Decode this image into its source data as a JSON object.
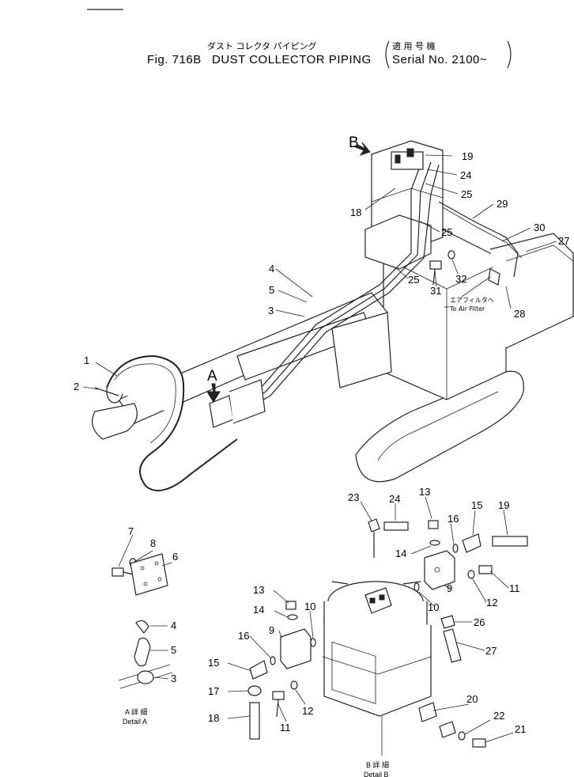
{
  "header": {
    "title_jp": "ダスト コレクタ パイピング",
    "applicable_jp": "適 用 号 機",
    "fig_number": "Fig. 716B",
    "title_en": "DUST COLLECTOR PIPING",
    "serial": "Serial No. 2100~"
  },
  "view_markers": {
    "a": "A",
    "b": "B"
  },
  "notes": {
    "to_air_filter_jp": "エアフィルタへ",
    "to_air_filter_en": "To Air Filter"
  },
  "details": {
    "a_jp": "A 詳 細",
    "a_en": "Detail A",
    "b_jp": "B 詳 細",
    "b_en": "Detail B"
  },
  "callouts": {
    "c1": "1",
    "c2": "2",
    "c3_main": "3",
    "c4_main": "4",
    "c5_main": "5",
    "c18_main": "18",
    "c19_main": "19",
    "c24_main": "24",
    "c25a": "25",
    "c25b": "25",
    "c25c": "25",
    "c29": "29",
    "c30": "30",
    "c27_main": "27",
    "c28": "28",
    "c31": "31",
    "c32": "32",
    "c7": "7",
    "c8": "8",
    "c6": "6",
    "c4_det": "4",
    "c5_det": "5",
    "c3_det": "3",
    "c23": "23",
    "c24_det": "24",
    "c13_top": "13",
    "c15_top": "15",
    "c19_det": "19",
    "c16_top": "16",
    "c14_top": "14",
    "c9_top": "9",
    "c11_top": "11",
    "c12_top": "12",
    "c10_top": "10",
    "c13_left": "13",
    "c14_left": "14",
    "c10_left": "10",
    "c9_left": "9",
    "c16_left": "16",
    "c15_left": "15",
    "c17": "17",
    "c18_det": "18",
    "c11_left": "11",
    "c12_left": "12",
    "c26": "26",
    "c27_det": "27",
    "c20": "20",
    "c22": "22",
    "c21": "21"
  }
}
